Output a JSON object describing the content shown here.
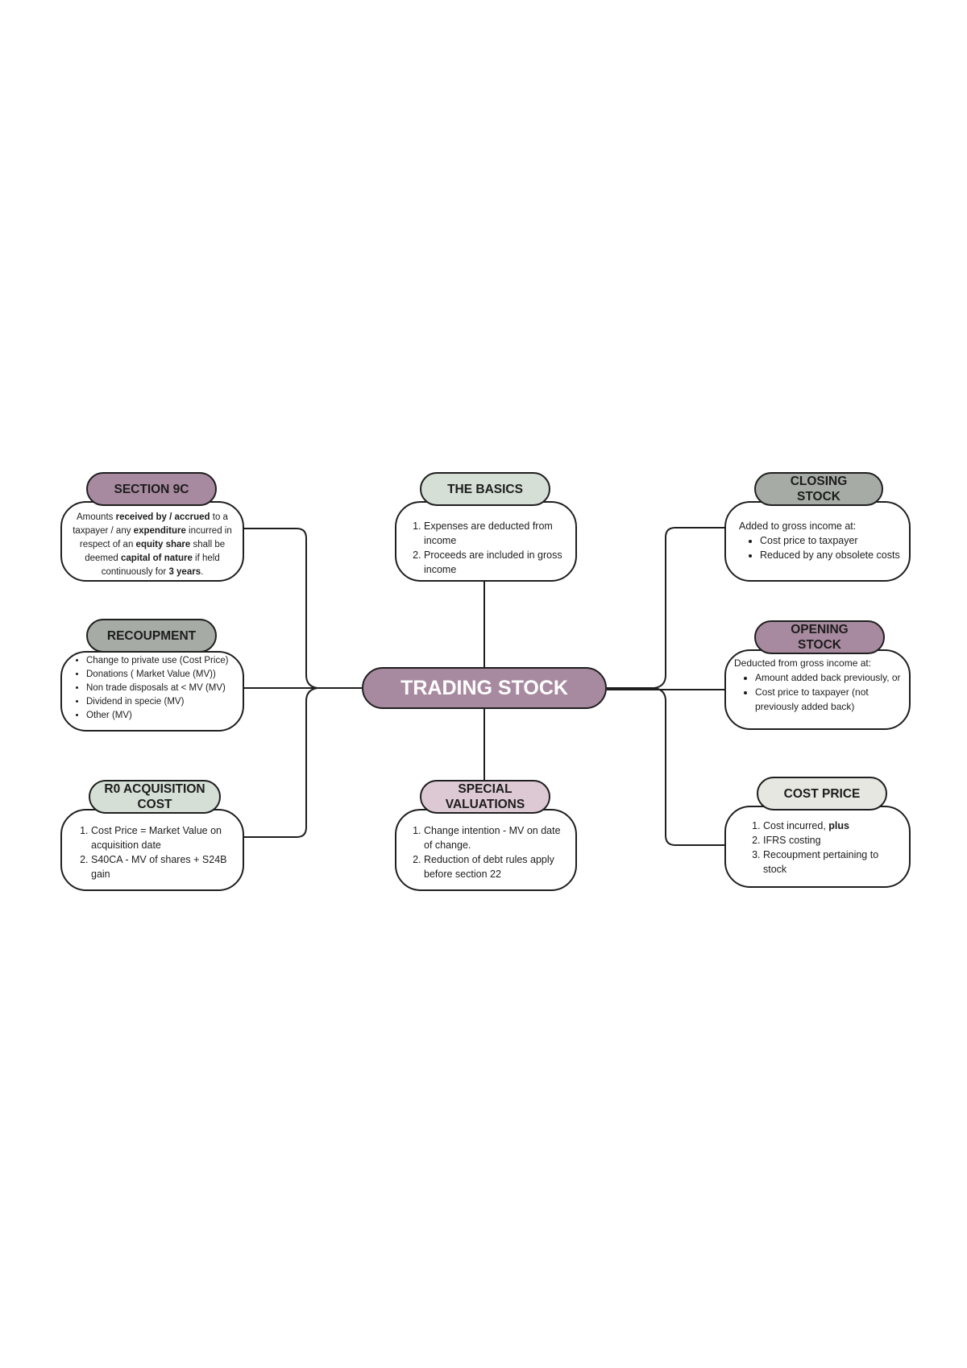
{
  "center": {
    "title": "TRADING STOCK"
  },
  "colors": {
    "purple": "#a88aa0",
    "sage": "#d5dfd6",
    "gray": "#a6aca5",
    "pink": "#ddc9d3",
    "light": "#e6e7e1",
    "line": "#1f1f1f"
  },
  "section_9c": {
    "title": "SECTION 9C",
    "parts": [
      {
        "text": "Amounts ",
        "bold": false
      },
      {
        "text": "received by / accrued",
        "bold": true
      },
      {
        "text": " to a taxpayer / any ",
        "bold": false
      },
      {
        "text": "expenditure",
        "bold": true
      },
      {
        "text": " incurred in respect of an ",
        "bold": false
      },
      {
        "text": "equity share",
        "bold": true
      },
      {
        "text": " shall be deemed ",
        "bold": false
      },
      {
        "text": "capital of nature",
        "bold": true
      },
      {
        "text": " if held continuously for ",
        "bold": false
      },
      {
        "text": "3 years",
        "bold": true
      },
      {
        "text": ".",
        "bold": false
      }
    ]
  },
  "basics": {
    "title": "THE BASICS",
    "items": [
      "Expenses are deducted from income",
      "Proceeds are included in gross income"
    ]
  },
  "closing_stock": {
    "title": "CLOSING STOCK",
    "intro": "Added to gross income at:",
    "items": [
      "Cost price to taxpayer",
      "Reduced by any obsolete costs"
    ]
  },
  "recoupment": {
    "title": "RECOUPMENT",
    "items": [
      "Change to private use (Cost Price)",
      "Donations ( Market Value (MV))",
      "Non trade disposals at < MV (MV)",
      "Dividend in specie (MV)",
      "Other (MV)"
    ]
  },
  "opening_stock": {
    "title": "OPENING STOCK",
    "intro": "Deducted from gross income at:",
    "items": [
      "Amount added back previously, or",
      "Cost price to taxpayer (not previously added back)"
    ]
  },
  "r0_acquisition": {
    "title": "R0 ACQUISITION COST",
    "items": [
      "Cost Price = Market Value on acquisition date",
      "S40CA - MV of shares + S24B gain"
    ]
  },
  "special_valuations": {
    "title": "SPECIAL VALUATIONS",
    "items": [
      "Change intention - MV on date of change.",
      "Reduction of debt rules apply before section 22"
    ]
  },
  "cost_price": {
    "title": "COST PRICE",
    "items": [
      {
        "text": "Cost incurred, ",
        "bold_suffix": "plus"
      },
      {
        "text": "IFRS costing",
        "bold_suffix": ""
      },
      {
        "text": "Recoupment pertaining to stock",
        "bold_suffix": ""
      }
    ]
  }
}
